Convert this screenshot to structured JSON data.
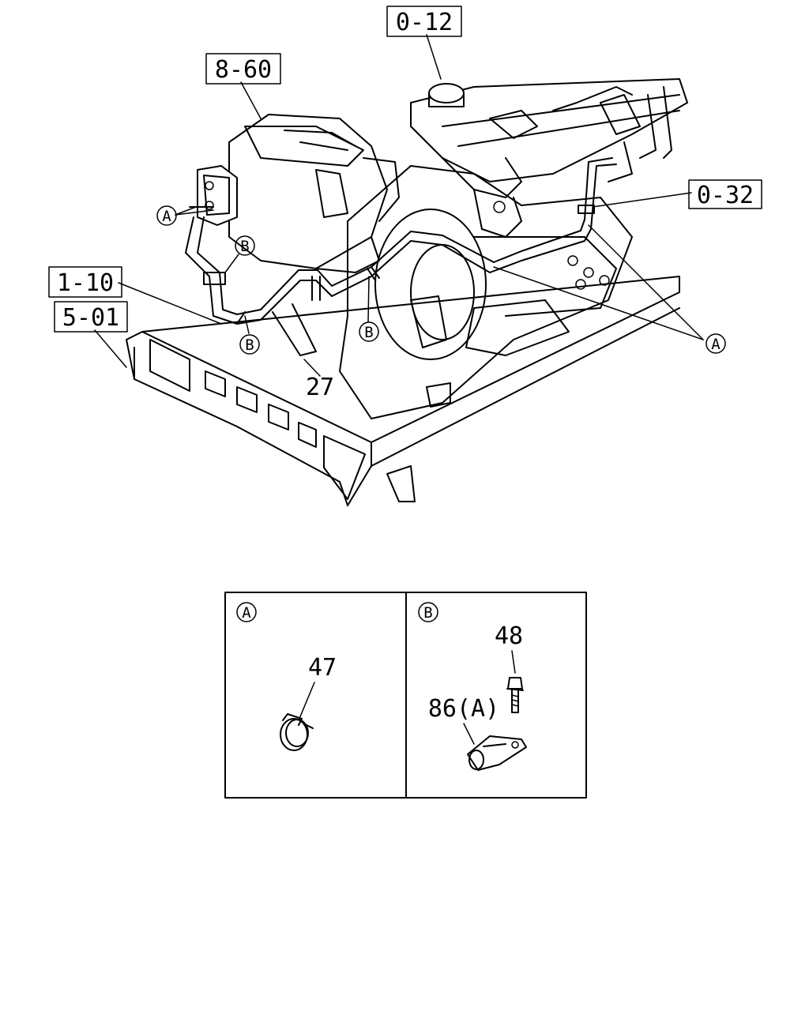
{
  "references": {
    "ref_0_12": "0-12",
    "ref_8_60": "8-60",
    "ref_1_10": "1-10",
    "ref_5_01": "5-01",
    "ref_0_32": "0-32"
  },
  "callouts": {
    "part_27": "27",
    "marker_a": "A",
    "marker_b": "B"
  },
  "detail_a": {
    "marker": "A",
    "part_47": "47"
  },
  "detail_b": {
    "marker": "B",
    "part_48": "48",
    "part_86a": "86(A)"
  }
}
